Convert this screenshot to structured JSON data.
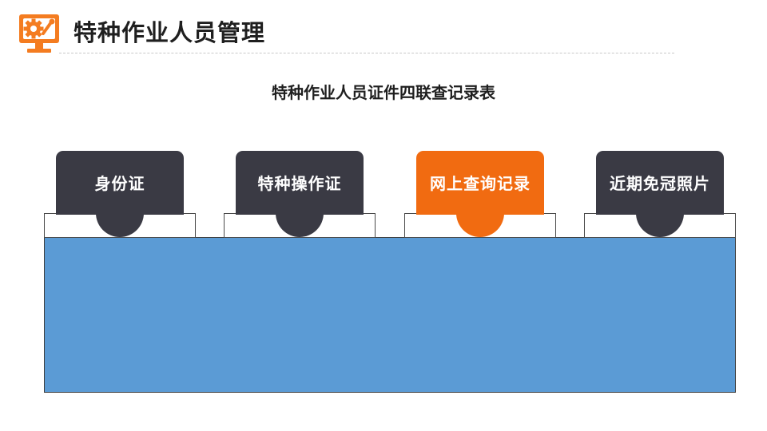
{
  "header": {
    "title": "特种作业人员管理",
    "icon": "monitor-gear-icon",
    "accent_color": "#f47c20"
  },
  "subtitle": "特种作业人员证件四联查记录表",
  "tabs": [
    {
      "label": "身份证",
      "color": "#3a3a44"
    },
    {
      "label": "特种操作证",
      "color": "#3a3a44"
    },
    {
      "label": "网上查询记录",
      "color": "#f16b11",
      "active": true
    },
    {
      "label": "近期免冠照片",
      "color": "#3a3a44"
    }
  ],
  "panel": {
    "color": "#5b9bd5"
  }
}
